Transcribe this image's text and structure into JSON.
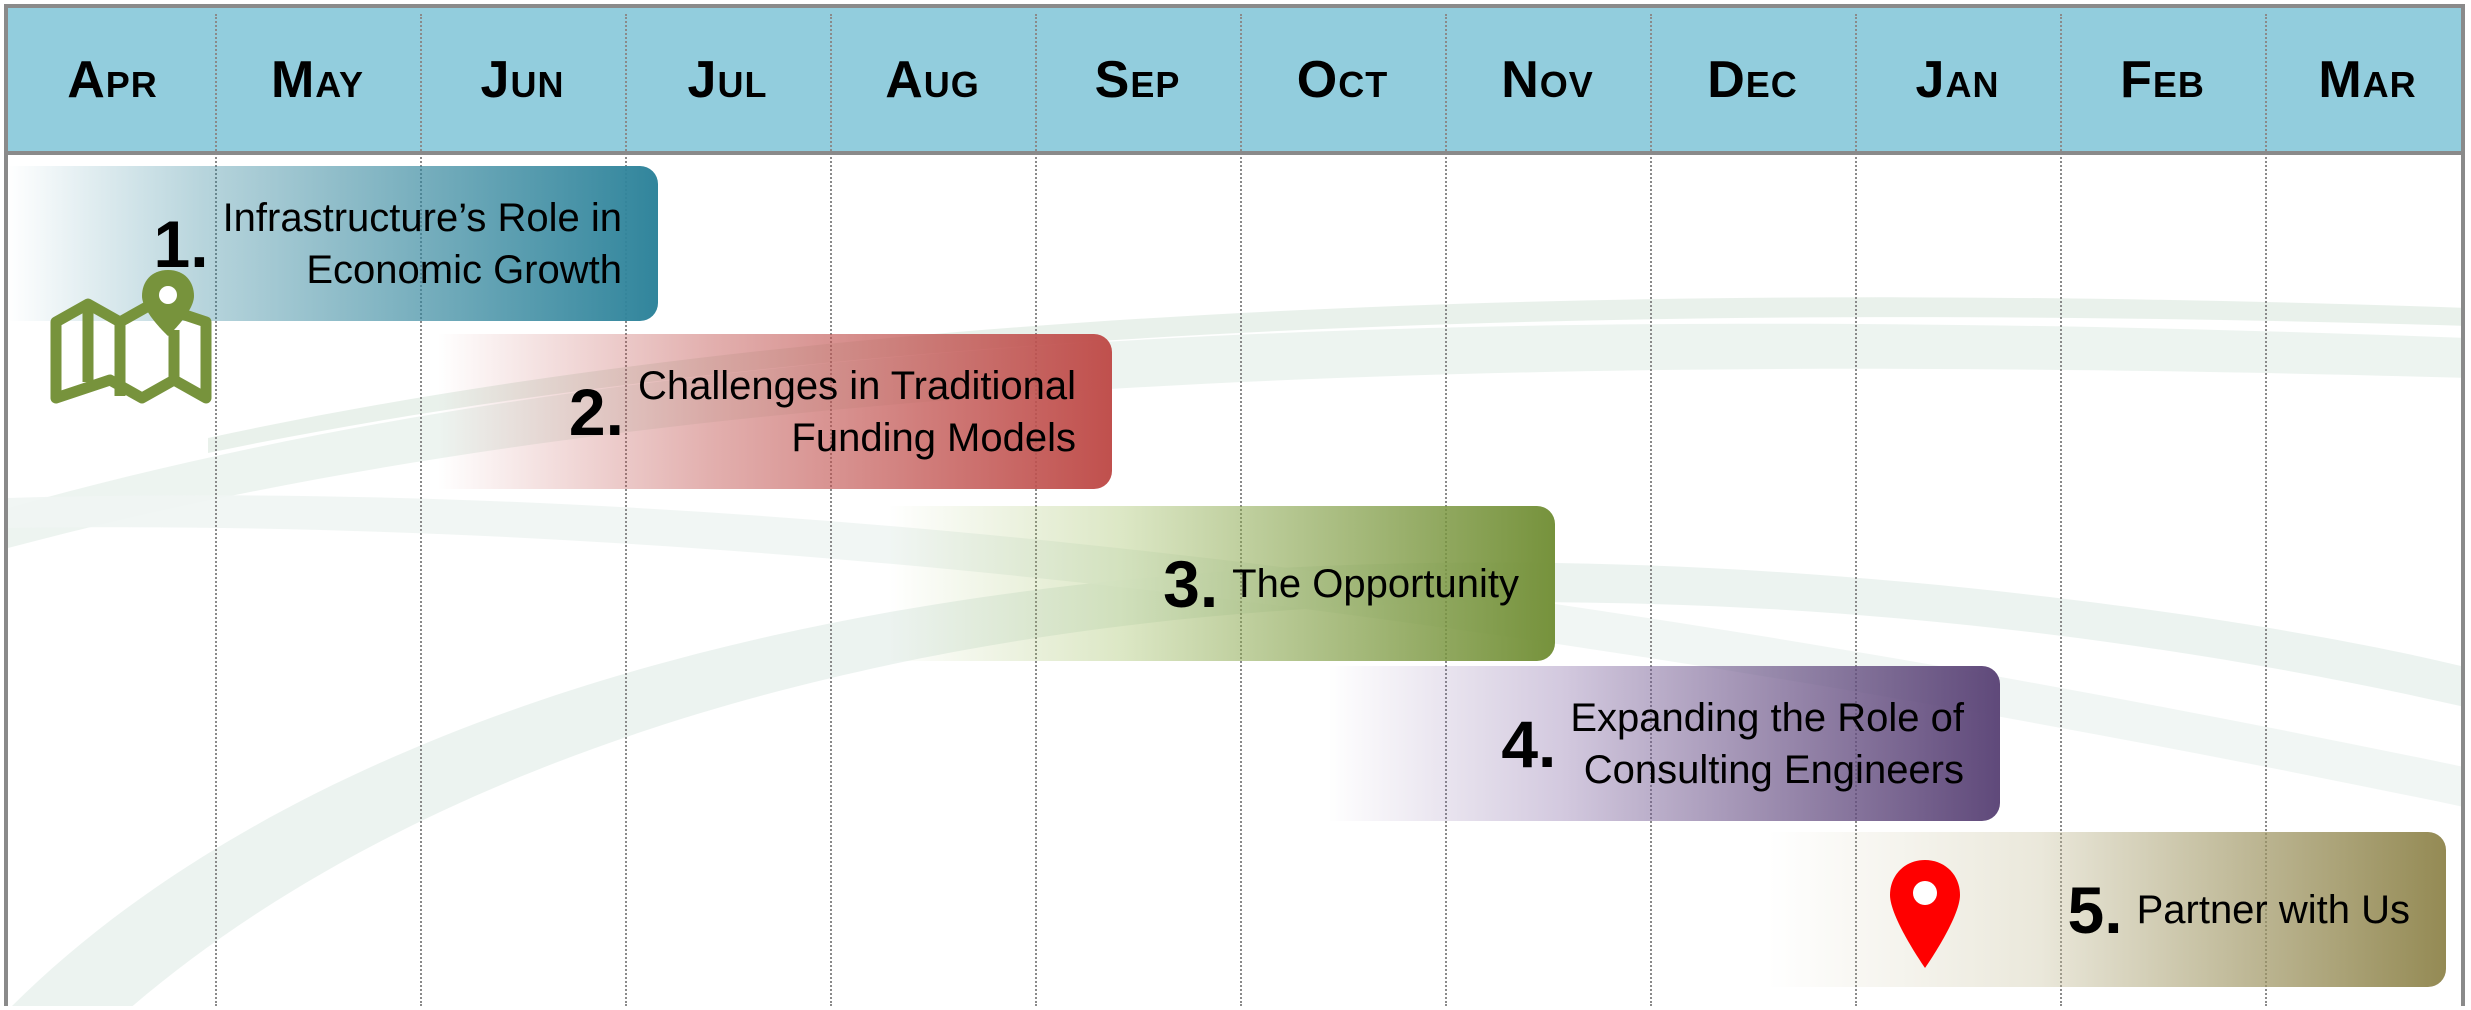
{
  "months": [
    "Apr",
    "May",
    "Jun",
    "Jul",
    "Aug",
    "Sep",
    "Oct",
    "Nov",
    "Dec",
    "Jan",
    "Feb",
    "Mar"
  ],
  "tasks": [
    {
      "num": "1.",
      "line1": "Infrastructure’s Role in",
      "line2": "Economic Growth"
    },
    {
      "num": "2.",
      "line1": "Challenges in Traditional",
      "line2": "Funding Models"
    },
    {
      "num": "3.",
      "line1": "The Opportunity",
      "line2": ""
    },
    {
      "num": "4.",
      "line1": "Expanding the Role of",
      "line2": "Consulting Engineers"
    },
    {
      "num": "5.",
      "line1": "Partner with Us",
      "line2": ""
    }
  ],
  "colors": {
    "header": "#92cddd",
    "task1": "#31859c",
    "task2": "#c0504d",
    "task3": "#76923c",
    "task4": "#5f497a",
    "task5": "#948a54",
    "map_icon": "#77933c",
    "pin_icon": "#ff0000"
  },
  "icons": [
    "map-icon",
    "location-pin-icon"
  ]
}
